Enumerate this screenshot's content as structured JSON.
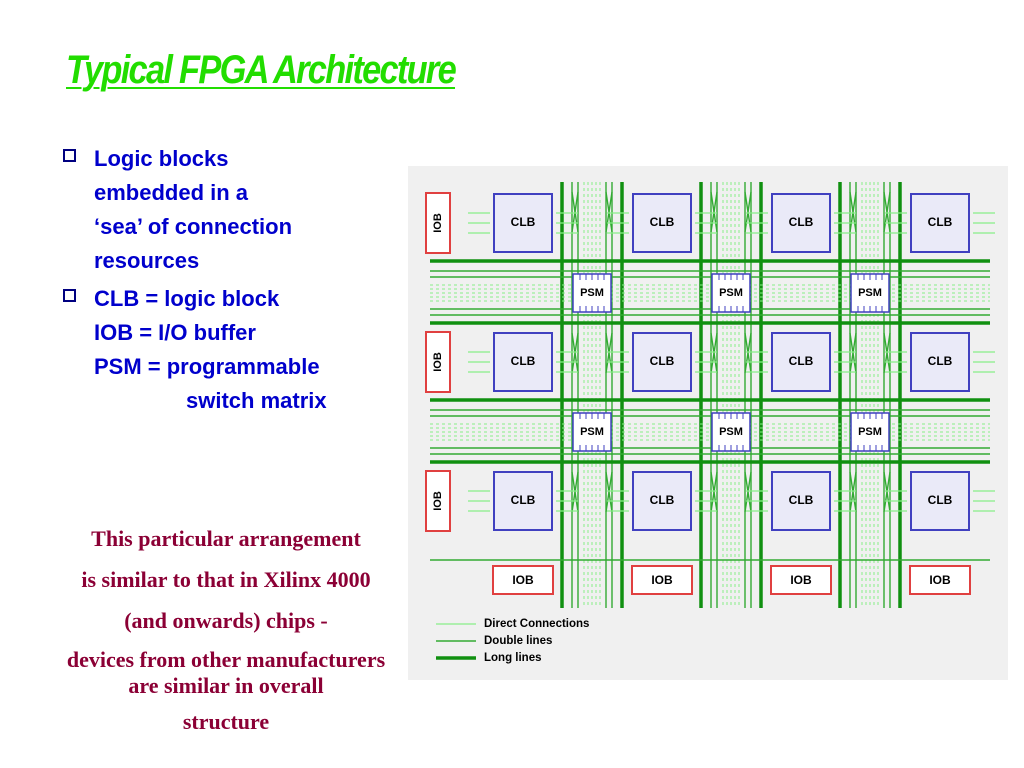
{
  "title": "Typical FPGA Architecture",
  "bullets": [
    {
      "lines": [
        "Logic blocks",
        "embedded in a",
        "‘sea’ of connection",
        "resources"
      ]
    },
    {
      "lines": [
        "CLB = logic block",
        "IOB = I/O buffer",
        "PSM = programmable"
      ],
      "continuation": "switch matrix"
    }
  ],
  "note": {
    "lines": [
      "This particular arrangement",
      "is similar to that in Xilinx 4000",
      "(and onwards) chips -",
      "devices from other manufacturers",
      "are similar in overall",
      "structure"
    ]
  },
  "diagram": {
    "clb_label": "CLB",
    "iob_label": "IOB",
    "psm_label": "PSM",
    "legend": [
      {
        "label": "Direct Connections",
        "color": "#88ee88"
      },
      {
        "label": "Double lines",
        "color": "#33aa33"
      },
      {
        "label": "Long lines",
        "color": "#109010"
      }
    ],
    "colors": {
      "clb_border": "#4040c0",
      "clb_fill": "#eaeaf8",
      "iob_border": "#e04040",
      "psm_border": "#4040c0",
      "background": "#f0f0f0"
    }
  }
}
